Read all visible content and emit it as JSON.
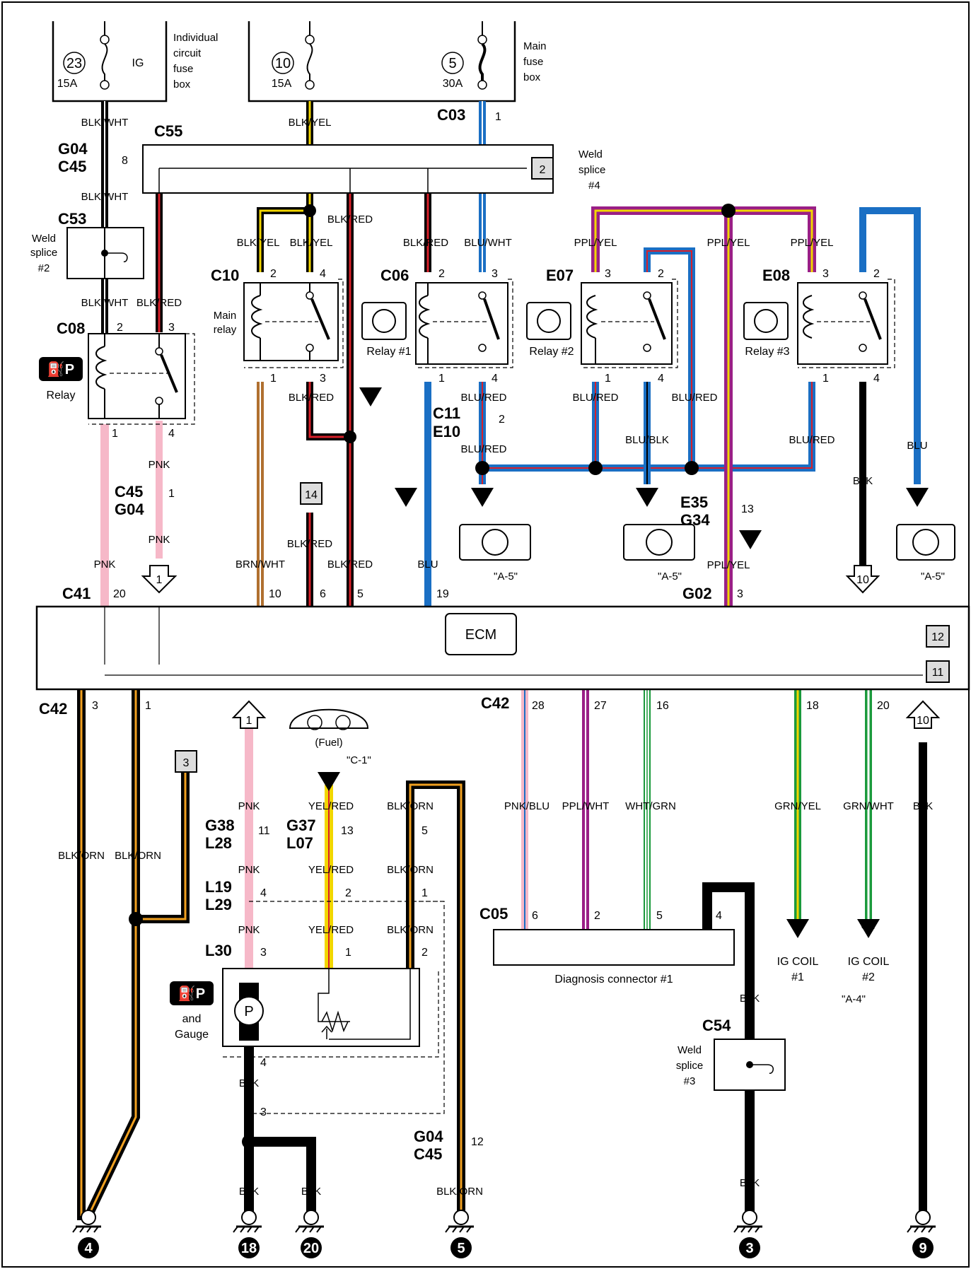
{
  "fuse_boxes": {
    "individual": {
      "fuse_no": "23",
      "amp": "15A",
      "circuit": "IG",
      "label": [
        "Individual",
        "circuit",
        "fuse",
        "box"
      ]
    },
    "main": {
      "fuses": [
        {
          "no": "10",
          "amp": "15A"
        },
        {
          "no": "5",
          "amp": "30A"
        }
      ],
      "label": [
        "Main",
        "fuse",
        "box"
      ]
    }
  },
  "connectors": {
    "C03": "C03",
    "C55": "C55",
    "G04": "G04",
    "C45": "C45",
    "C53": "C53",
    "C08": "C08",
    "C10": "C10",
    "C06": "C06",
    "E07": "E07",
    "E08": "E08",
    "C11": "C11",
    "E10": "E10",
    "E35": "E35",
    "G34": "G34",
    "C41": "C41",
    "G02": "G02",
    "C42": "C42",
    "C42b": "C42",
    "G38": "G38",
    "L28": "L28",
    "G37": "G37",
    "L07": "L07",
    "L19": "L19",
    "L29": "L29",
    "L30": "L30",
    "C05": "C05",
    "C54": "C54",
    "G04b": "G04",
    "C45b": "C45",
    "C45c": "C45",
    "G04c": "G04"
  },
  "wires": {
    "blk_wht": "BLK/WHT",
    "blk_yel": "BLK/YEL",
    "blk_red": "BLK/RED",
    "blu_wht": "BLU/WHT",
    "ppl_yel": "PPL/YEL",
    "blu_red": "BLU/RED",
    "blu_blk": "BLU/BLK",
    "blu": "BLU",
    "blk": "BLK",
    "pnk": "PNK",
    "brn_wht": "BRN/WHT",
    "blk_orn": "BLK/ORN",
    "yel_red": "YEL/RED",
    "pnk_blu": "PNK/BLU",
    "ppl_wht": "PPL/WHT",
    "wht_grn": "WHT/GRN",
    "grn_yel": "GRN/YEL",
    "grn_wht": "GRN/WHT"
  },
  "components": {
    "weld_splice_4": [
      "Weld",
      "splice",
      "#4"
    ],
    "weld_splice_2": [
      "Weld",
      "splice",
      "#2"
    ],
    "weld_splice_3": [
      "Weld",
      "splice",
      "#3"
    ],
    "relay": "Relay",
    "main_relay": [
      "Main",
      "relay"
    ],
    "relay1": "Relay #1",
    "relay2": "Relay #2",
    "relay3": "Relay #3",
    "ecm": "ECM",
    "fuel": "(Fuel)",
    "fuel_ref": "\"C-1\"",
    "a5": "\"A-5\"",
    "a4": "\"A-4\"",
    "pump_letter": "P",
    "and_gauge": [
      "and",
      "Gauge"
    ],
    "diag": "Diagnosis connector #1",
    "ig_coil_1": [
      "IG COIL",
      "#1"
    ],
    "ig_coil_2": [
      "IG COIL",
      "#2"
    ]
  },
  "tags": {
    "br": "BR",
    "b": "B",
    "bb": "BB",
    "py": "PY",
    "yr": "YR",
    "gy": "GY",
    "gw": "GW"
  },
  "page_refs": {
    "r2": "2",
    "r14": "14",
    "r12": "12",
    "r11": "11",
    "r3": "3"
  },
  "jump_arrows": {
    "j1": "1",
    "j10": "10"
  },
  "grounds": [
    "4",
    "18",
    "20",
    "5",
    "3",
    "9"
  ],
  "pins": [
    "1",
    "2",
    "3",
    "4",
    "5",
    "6",
    "8",
    "10",
    "11",
    "12",
    "13",
    "16",
    "18",
    "19",
    "20",
    "27",
    "28"
  ],
  "colors": {
    "pink": "#f6b8c8",
    "blue": "#1a6fc4",
    "red": "#d8202a",
    "yellow": "#f2d600",
    "orange": "#f0a020",
    "brown": "#b07030",
    "purple": "#9a1f86",
    "green": "#1b9a3c",
    "black": "#000000"
  }
}
